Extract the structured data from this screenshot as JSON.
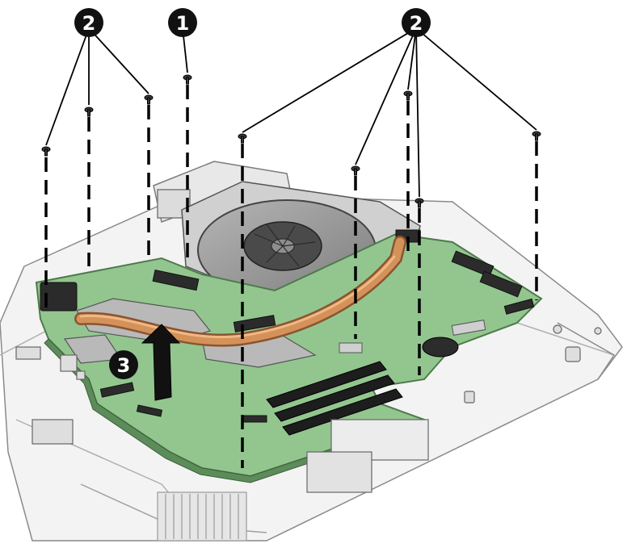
{
  "diagram": {
    "callouts": {
      "one": "1",
      "two": "2",
      "three": "3"
    },
    "colors": {
      "board": "#93c68f",
      "board_edge": "#4e7a4c",
      "chassis": "#eeeeee",
      "chassis_line": "#8a8a8a",
      "heatpipe": "#c98752",
      "fan": "#9a9a9a",
      "callout_fill": "#111111",
      "leader": "#000000"
    },
    "icons": [
      "screw-icon",
      "arrow-up-icon"
    ]
  }
}
